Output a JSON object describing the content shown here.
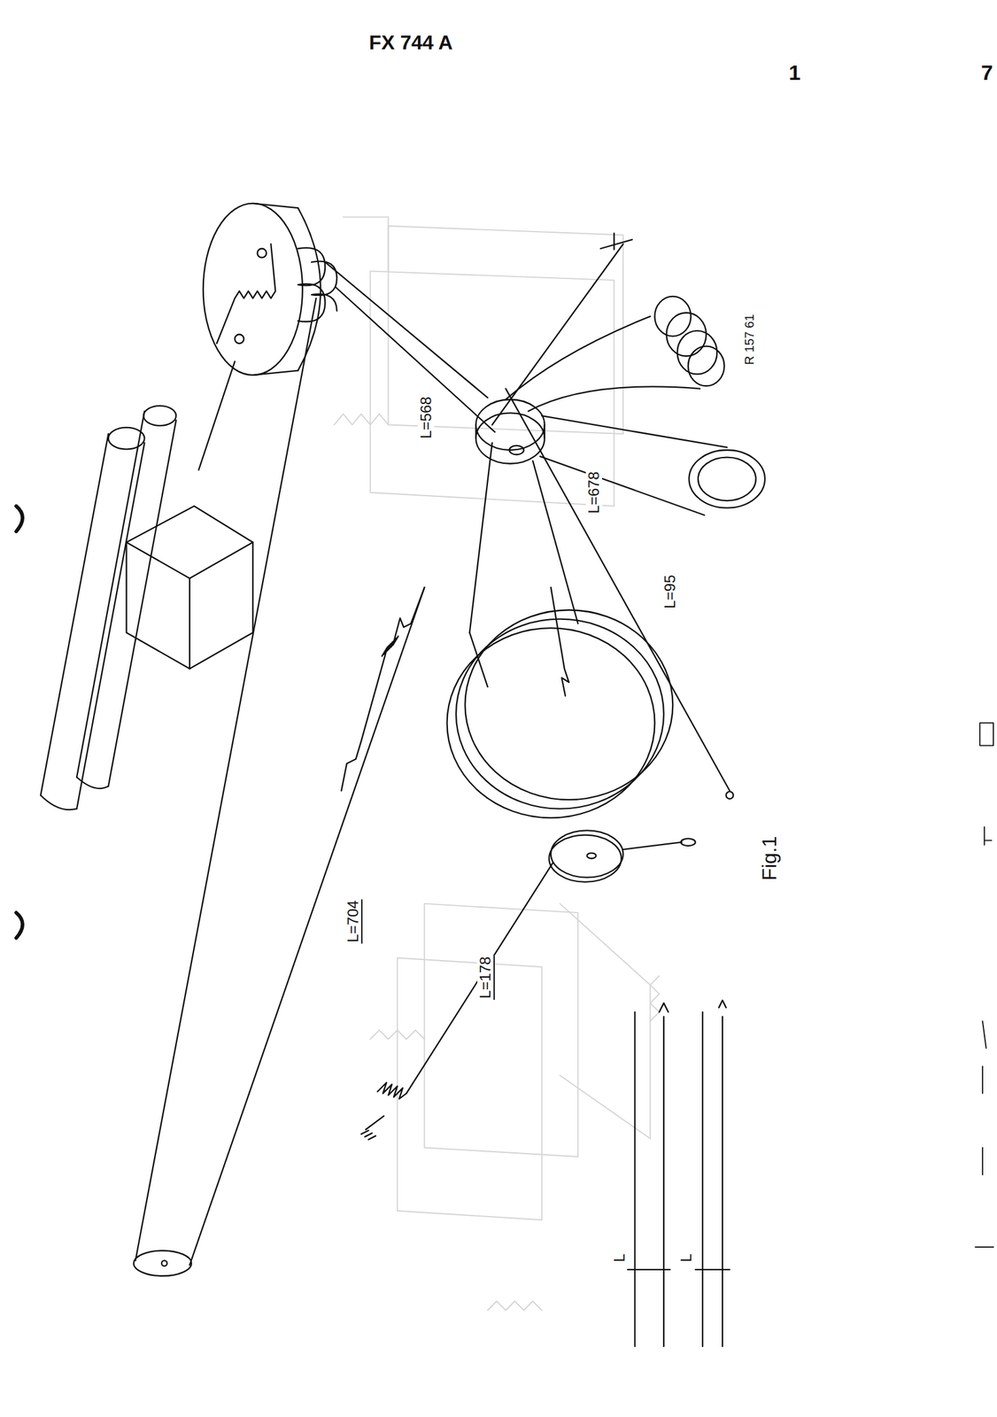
{
  "diagram": {
    "title": "FX 744 A",
    "labels": [
      "1",
      "7",
      "L=568",
      "L=678",
      "L=95",
      "L=704",
      "L=178",
      "R 157 61",
      "Fig.1",
      "L",
      "L"
    ]
  }
}
